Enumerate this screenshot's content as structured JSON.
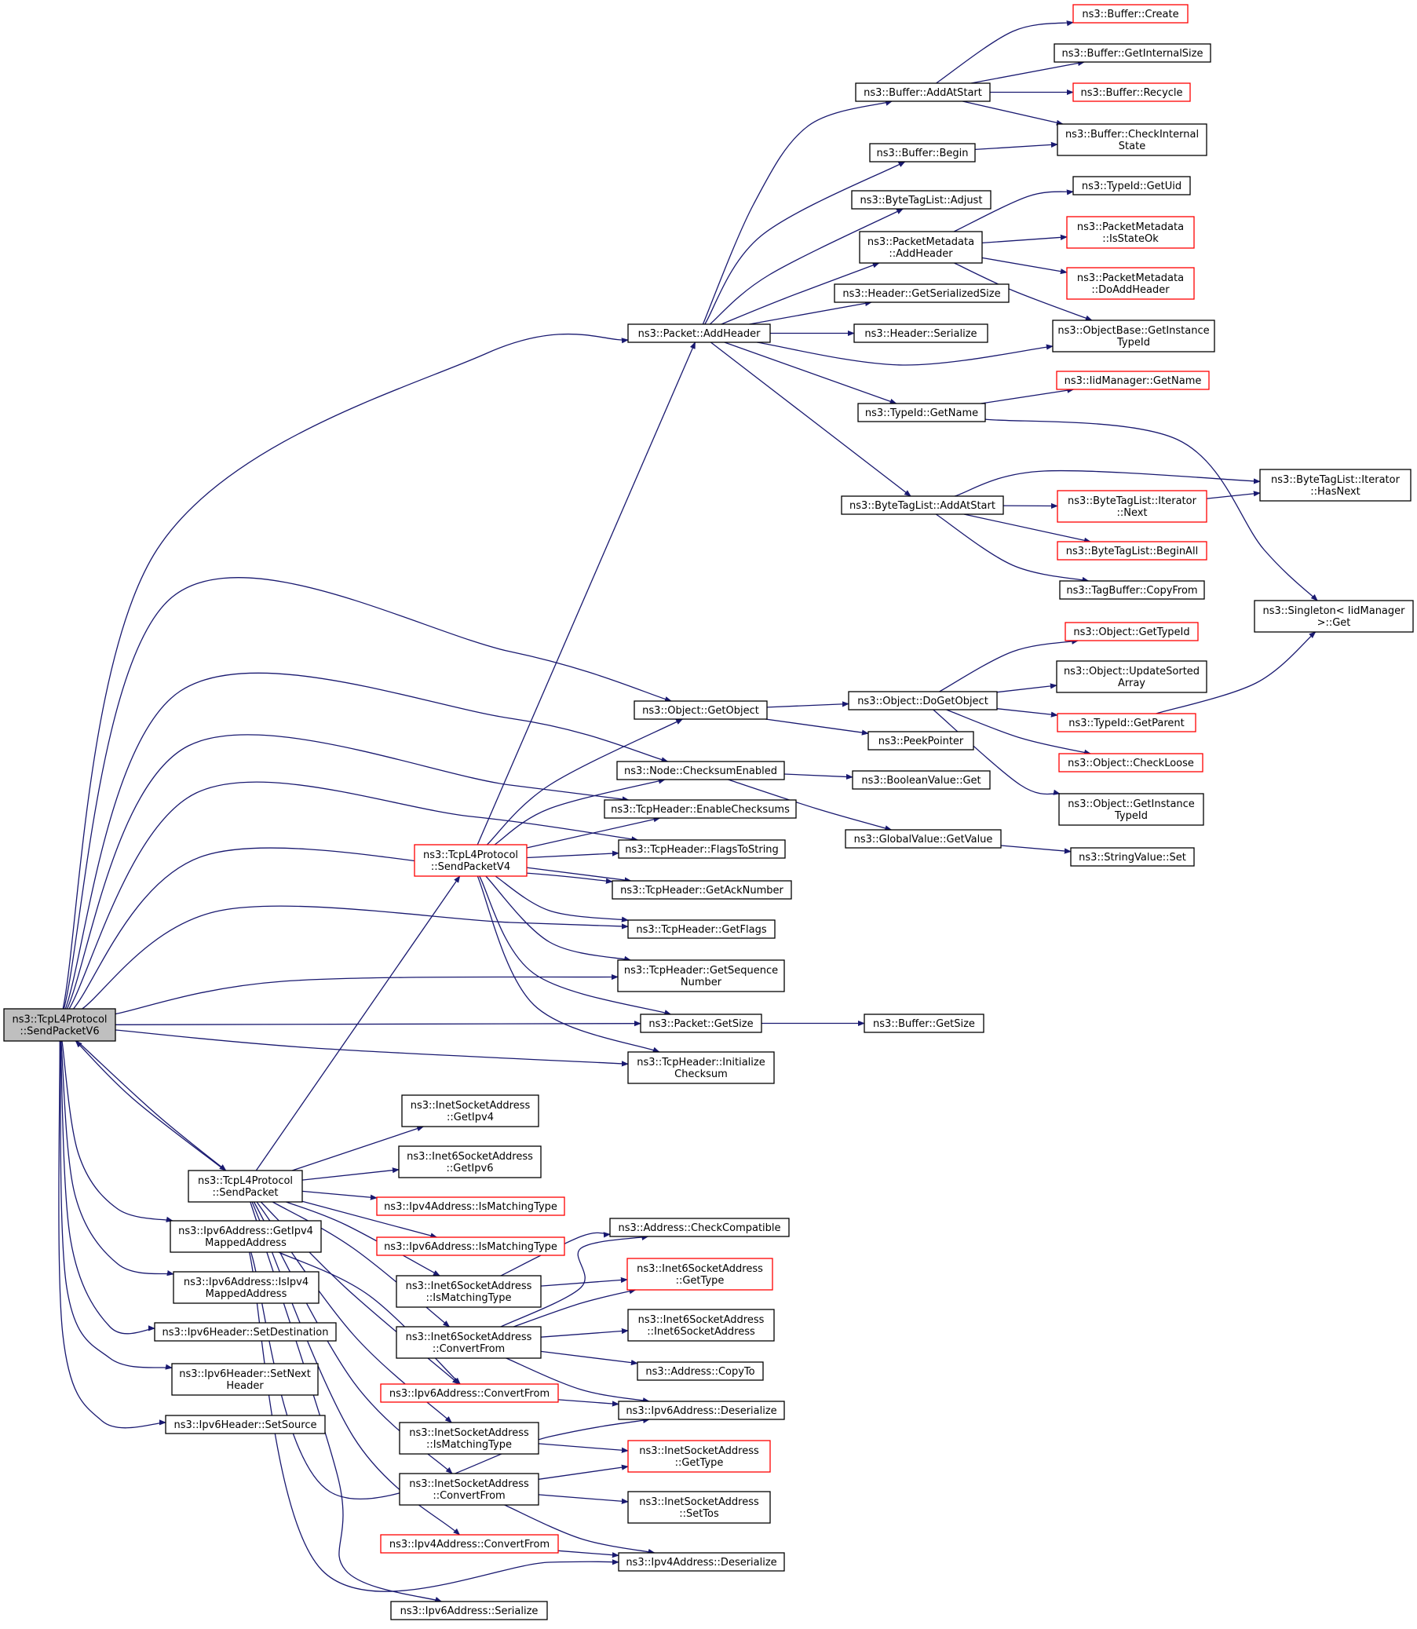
{
  "diagram": {
    "type": "call-graph",
    "colors": {
      "edge": "#191970",
      "node_border": "#000000",
      "missing_node_border": "#ff0000",
      "root_fill": "#bfbfbf"
    },
    "nodes": [
      {
        "id": "root",
        "lines": [
          "ns3::TcpL4Protocol",
          "::SendPacketV6"
        ],
        "red": false,
        "root": true
      },
      {
        "id": "addHeader",
        "lines": [
          "ns3::Packet::AddHeader"
        ],
        "red": false
      },
      {
        "id": "bufAddAtStart",
        "lines": [
          "ns3::Buffer::AddAtStart"
        ],
        "red": false
      },
      {
        "id": "bufCreate",
        "lines": [
          "ns3::Buffer::Create"
        ],
        "red": true
      },
      {
        "id": "bufGetInternalSize",
        "lines": [
          "ns3::Buffer::GetInternalSize"
        ],
        "red": false
      },
      {
        "id": "bufRecycle",
        "lines": [
          "ns3::Buffer::Recycle"
        ],
        "red": true
      },
      {
        "id": "bufCheckInternal",
        "lines": [
          "ns3::Buffer::CheckInternal",
          "State"
        ],
        "red": false
      },
      {
        "id": "bufBegin",
        "lines": [
          "ns3::Buffer::Begin"
        ],
        "red": false
      },
      {
        "id": "btlAdjust",
        "lines": [
          "ns3::ByteTagList::Adjust"
        ],
        "red": false
      },
      {
        "id": "pmAddHeader",
        "lines": [
          "ns3::PacketMetadata",
          "::AddHeader"
        ],
        "red": false
      },
      {
        "id": "tidGetUid",
        "lines": [
          "ns3::TypeId::GetUid"
        ],
        "red": false
      },
      {
        "id": "pmIsStateOk",
        "lines": [
          "ns3::PacketMetadata",
          "::IsStateOk"
        ],
        "red": true
      },
      {
        "id": "pmDoAddHeader",
        "lines": [
          "ns3::PacketMetadata",
          "::DoAddHeader"
        ],
        "red": true
      },
      {
        "id": "hdrGetSerSize",
        "lines": [
          "ns3::Header::GetSerializedSize"
        ],
        "red": false
      },
      {
        "id": "hdrSerialize",
        "lines": [
          "ns3::Header::Serialize"
        ],
        "red": false
      },
      {
        "id": "obGetInstanceTypeId",
        "lines": [
          "ns3::ObjectBase::GetInstance",
          "TypeId"
        ],
        "red": false
      },
      {
        "id": "iidGetName",
        "lines": [
          "ns3::IidManager::GetName"
        ],
        "red": true
      },
      {
        "id": "tidGetName",
        "lines": [
          "ns3::TypeId::GetName"
        ],
        "red": false
      },
      {
        "id": "btlIterHasNext",
        "lines": [
          "ns3::ByteTagList::Iterator",
          "::HasNext"
        ],
        "red": false
      },
      {
        "id": "btlIterNext",
        "lines": [
          "ns3::ByteTagList::Iterator",
          "::Next"
        ],
        "red": true
      },
      {
        "id": "btlAddAtStart",
        "lines": [
          "ns3::ByteTagList::AddAtStart"
        ],
        "red": false
      },
      {
        "id": "btlBeginAll",
        "lines": [
          "ns3::ByteTagList::BeginAll"
        ],
        "red": true
      },
      {
        "id": "tbCopyFrom",
        "lines": [
          "ns3::TagBuffer::CopyFrom"
        ],
        "red": false
      },
      {
        "id": "singletonGet",
        "lines": [
          "ns3::Singleton< IidManager",
          ">::Get"
        ],
        "red": false
      },
      {
        "id": "objGetTypeId",
        "lines": [
          "ns3::Object::GetTypeId"
        ],
        "red": true
      },
      {
        "id": "objUpdateSorted",
        "lines": [
          "ns3::Object::UpdateSorted",
          "Array"
        ],
        "red": false
      },
      {
        "id": "objGetObject",
        "lines": [
          "ns3::Object::GetObject"
        ],
        "red": false
      },
      {
        "id": "objDoGetObject",
        "lines": [
          "ns3::Object::DoGetObject"
        ],
        "red": false
      },
      {
        "id": "tidGetParent",
        "lines": [
          "ns3::TypeId::GetParent"
        ],
        "red": true
      },
      {
        "id": "peekPointer",
        "lines": [
          "ns3::PeekPointer"
        ],
        "red": false
      },
      {
        "id": "objCheckLoose",
        "lines": [
          "ns3::Object::CheckLoose"
        ],
        "red": true
      },
      {
        "id": "nodeChecksumEnabled",
        "lines": [
          "ns3::Node::ChecksumEnabled"
        ],
        "red": false
      },
      {
        "id": "boolGet",
        "lines": [
          "ns3::BooleanValue::Get"
        ],
        "red": false
      },
      {
        "id": "objGetInstanceTypeId",
        "lines": [
          "ns3::Object::GetInstance",
          "TypeId"
        ],
        "red": false
      },
      {
        "id": "tcpEnableChecksums",
        "lines": [
          "ns3::TcpHeader::EnableChecksums"
        ],
        "red": false
      },
      {
        "id": "gvGetValue",
        "lines": [
          "ns3::GlobalValue::GetValue"
        ],
        "red": false
      },
      {
        "id": "sendPacketV4",
        "lines": [
          "ns3::TcpL4Protocol",
          "::SendPacketV4"
        ],
        "red": true
      },
      {
        "id": "tcpFlagsToString",
        "lines": [
          "ns3::TcpHeader::FlagsToString"
        ],
        "red": false
      },
      {
        "id": "strSet",
        "lines": [
          "ns3::StringValue::Set"
        ],
        "red": false
      },
      {
        "id": "tcpGetAck",
        "lines": [
          "ns3::TcpHeader::GetAckNumber"
        ],
        "red": false
      },
      {
        "id": "tcpGetFlags",
        "lines": [
          "ns3::TcpHeader::GetFlags"
        ],
        "red": false
      },
      {
        "id": "tcpGetSeq",
        "lines": [
          "ns3::TcpHeader::GetSequence",
          "Number"
        ],
        "red": false
      },
      {
        "id": "pktGetSize",
        "lines": [
          "ns3::Packet::GetSize"
        ],
        "red": false
      },
      {
        "id": "bufGetSize",
        "lines": [
          "ns3::Buffer::GetSize"
        ],
        "red": false
      },
      {
        "id": "tcpInitChecksum",
        "lines": [
          "ns3::TcpHeader::Initialize",
          "Checksum"
        ],
        "red": false
      },
      {
        "id": "isaGetIpv4",
        "lines": [
          "ns3::InetSocketAddress",
          "::GetIpv4"
        ],
        "red": false
      },
      {
        "id": "i6saGetIpv6",
        "lines": [
          "ns3::Inet6SocketAddress",
          "::GetIpv6"
        ],
        "red": false
      },
      {
        "id": "sendPacket",
        "lines": [
          "ns3::TcpL4Protocol",
          "::SendPacket"
        ],
        "red": false
      },
      {
        "id": "ipv4IsMatching",
        "lines": [
          "ns3::Ipv4Address::IsMatchingType"
        ],
        "red": true
      },
      {
        "id": "ipv6GetIpv4Mapped",
        "lines": [
          "ns3::Ipv6Address::GetIpv4",
          "MappedAddress"
        ],
        "red": false
      },
      {
        "id": "ipv6IsMatching",
        "lines": [
          "ns3::Ipv6Address::IsMatchingType"
        ],
        "red": true
      },
      {
        "id": "addrCheckCompatible",
        "lines": [
          "ns3::Address::CheckCompatible"
        ],
        "red": false
      },
      {
        "id": "i6saGetType",
        "lines": [
          "ns3::Inet6SocketAddress",
          "::GetType"
        ],
        "red": true
      },
      {
        "id": "ipv6IsIpv4Mapped",
        "lines": [
          "ns3::Ipv6Address::IsIpv4",
          "MappedAddress"
        ],
        "red": false
      },
      {
        "id": "i6saIsMatching",
        "lines": [
          "ns3::Inet6SocketAddress",
          "::IsMatchingType"
        ],
        "red": false
      },
      {
        "id": "i6saCtor",
        "lines": [
          "ns3::Inet6SocketAddress",
          "::Inet6SocketAddress"
        ],
        "red": false
      },
      {
        "id": "ipv6hSetDest",
        "lines": [
          "ns3::Ipv6Header::SetDestination"
        ],
        "red": false
      },
      {
        "id": "i6saConvertFrom",
        "lines": [
          "ns3::Inet6SocketAddress",
          "::ConvertFrom"
        ],
        "red": false
      },
      {
        "id": "addrCopyTo",
        "lines": [
          "ns3::Address::CopyTo"
        ],
        "red": false
      },
      {
        "id": "ipv6hSetNext",
        "lines": [
          "ns3::Ipv6Header::SetNext",
          "Header"
        ],
        "red": false
      },
      {
        "id": "ipv6ConvertFrom",
        "lines": [
          "ns3::Ipv6Address::ConvertFrom"
        ],
        "red": true
      },
      {
        "id": "ipv6Deserialize",
        "lines": [
          "ns3::Ipv6Address::Deserialize"
        ],
        "red": false
      },
      {
        "id": "ipv6hSetSource",
        "lines": [
          "ns3::Ipv6Header::SetSource"
        ],
        "red": false
      },
      {
        "id": "isaIsMatching",
        "lines": [
          "ns3::InetSocketAddress",
          "::IsMatchingType"
        ],
        "red": false
      },
      {
        "id": "isaGetType",
        "lines": [
          "ns3::InetSocketAddress",
          "::GetType"
        ],
        "red": true
      },
      {
        "id": "isaConvertFrom",
        "lines": [
          "ns3::InetSocketAddress",
          "::ConvertFrom"
        ],
        "red": false
      },
      {
        "id": "isaSetTos",
        "lines": [
          "ns3::InetSocketAddress",
          "::SetTos"
        ],
        "red": false
      },
      {
        "id": "ipv4ConvertFrom",
        "lines": [
          "ns3::Ipv4Address::ConvertFrom"
        ],
        "red": true
      },
      {
        "id": "ipv4Deserialize",
        "lines": [
          "ns3::Ipv4Address::Deserialize"
        ],
        "red": false
      },
      {
        "id": "ipv6Serialize",
        "lines": [
          "ns3::Ipv6Address::Serialize"
        ],
        "red": false
      }
    ]
  }
}
